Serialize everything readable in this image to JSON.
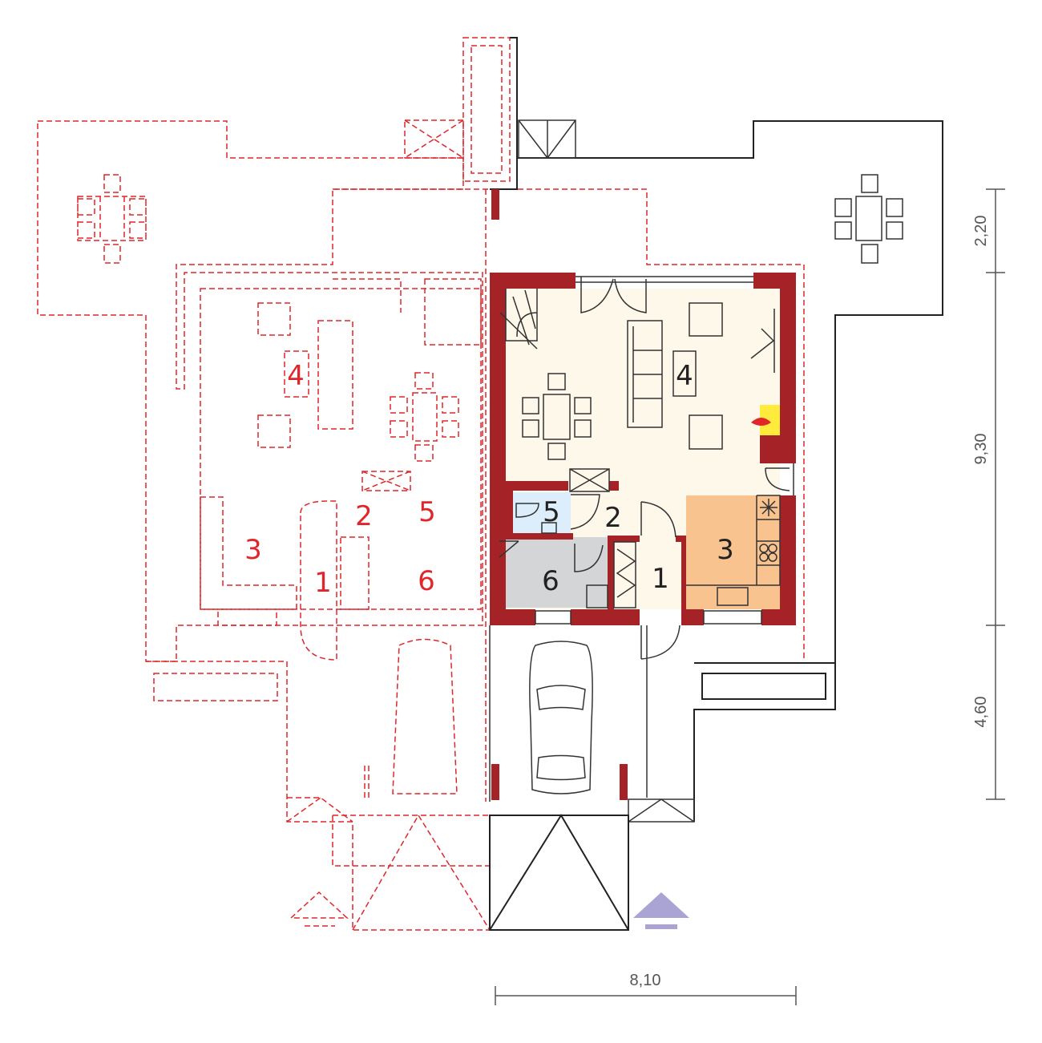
{
  "plan": {
    "rooms": [
      {
        "number": "1",
        "color": "#fdf8ea"
      },
      {
        "number": "2",
        "color": "#fdf8ea"
      },
      {
        "number": "3",
        "color": "#f8c38e"
      },
      {
        "number": "4",
        "color": "#fdf8ea"
      },
      {
        "number": "5",
        "color": "#dceefb"
      },
      {
        "number": "6",
        "color": "#d4d5d6"
      }
    ],
    "mirrored_rooms": [
      "1",
      "2",
      "3",
      "4",
      "5",
      "6"
    ],
    "colors": {
      "wall": "#a52226",
      "neighbor_outline": "#e0262b",
      "fireplace": "#ffeb3b",
      "entrance_arrow": "#a9a4d4"
    }
  },
  "dimensions": {
    "vertical": [
      "2,20",
      "9,30",
      "4,60"
    ],
    "horizontal": "8,10"
  }
}
